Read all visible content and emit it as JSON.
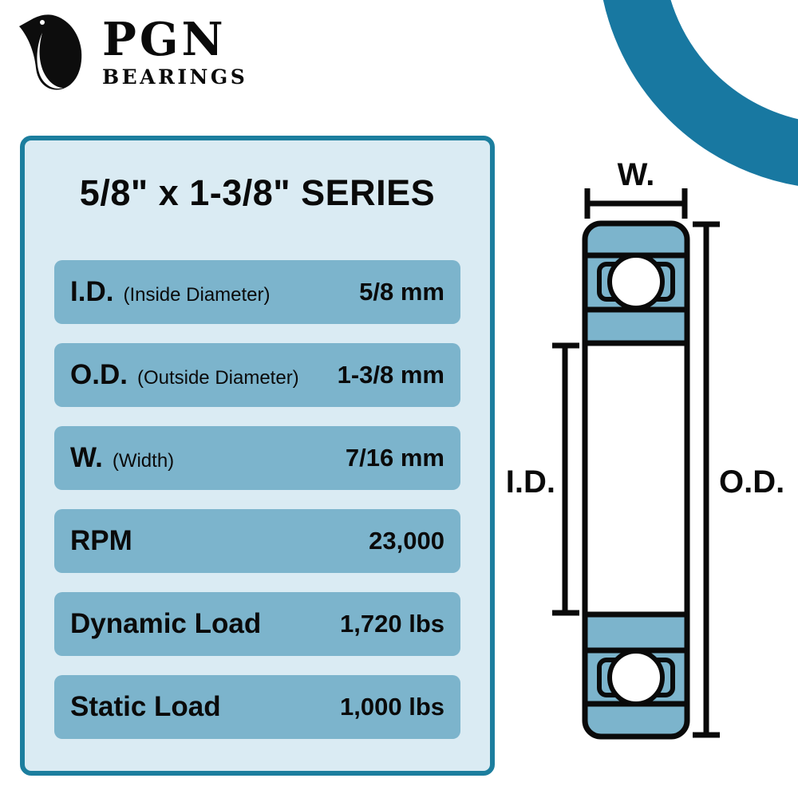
{
  "brand": {
    "name": "PGN",
    "subtitle": "BEARINGS",
    "icon": "penguin-icon"
  },
  "colors": {
    "accent_teal_arc": "#1878a1",
    "panel_border_teal": "#1c7e9e",
    "panel_background": "#daebf3",
    "row_blue": "#7cb4cc",
    "diagram_fill_blue": "#7cb4cc",
    "outline_black": "#0a0a0a",
    "background": "#ffffff"
  },
  "panel": {
    "title": "5/8\" x 1-3/8\" SERIES",
    "specs": [
      {
        "label": "I.D.",
        "sublabel": "(Inside Diameter)",
        "value": "5/8 mm"
      },
      {
        "label": "O.D.",
        "sublabel": "(Outside Diameter)",
        "value": "1-3/8 mm"
      },
      {
        "label": "W.",
        "sublabel": "(Width)",
        "value": "7/16 mm"
      },
      {
        "label": "RPM",
        "sublabel": "",
        "value": "23,000"
      },
      {
        "label": "Dynamic Load",
        "sublabel": "",
        "value": "1,720 lbs"
      },
      {
        "label": "Static Load",
        "sublabel": "",
        "value": "1,000 lbs"
      }
    ]
  },
  "diagram": {
    "type": "bearing-cross-section",
    "labels": {
      "width": "W.",
      "inner_diameter": "I.D.",
      "outer_diameter": "O.D."
    }
  }
}
